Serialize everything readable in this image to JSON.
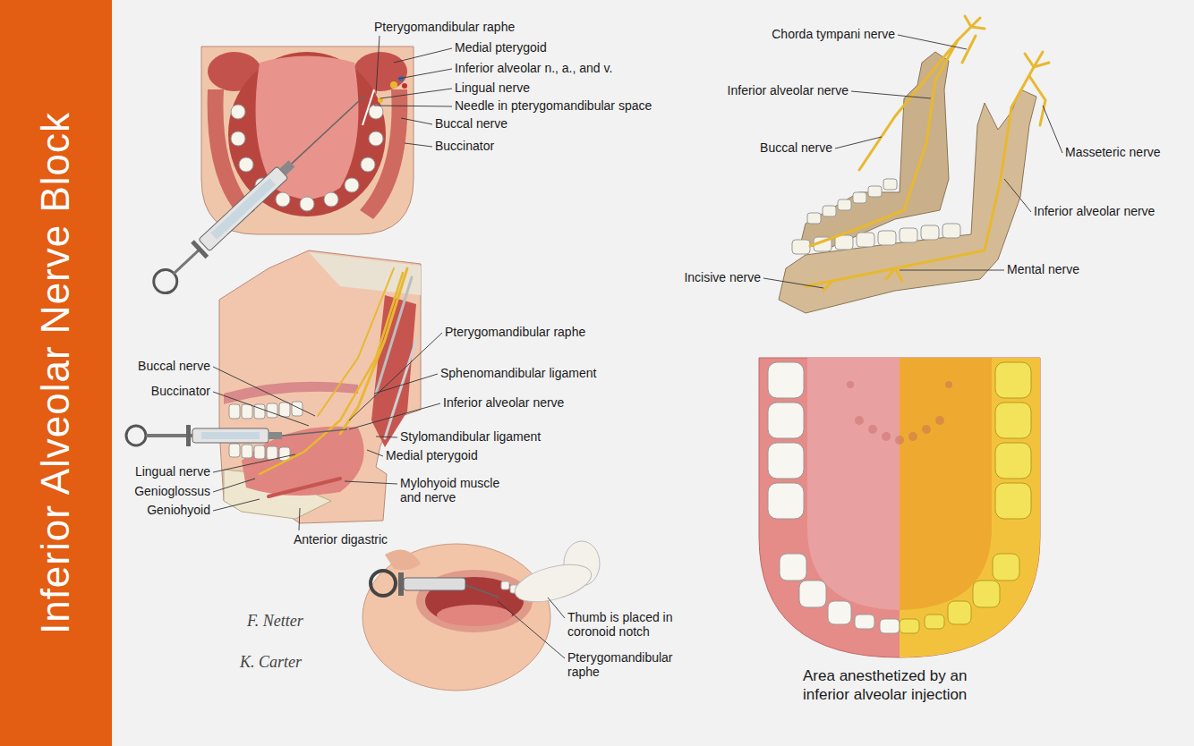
{
  "diagram": {
    "title": "Inferior Alveolar Nerve Block",
    "caption": "Area anesthetized by an inferior alveolar injection",
    "labels": [
      "Pterygomandibular raphe",
      "Medial pterygoid",
      "Inferior alveolar n., a., and v.",
      "Lingual nerve",
      "Needle in pterygomandibular space",
      "Buccal nerve",
      "Buccinator",
      "Chorda tympani nerve",
      "Inferior alveolar nerve",
      "Buccal nerve",
      "Masseteric nerve",
      "Inferior alveolar nerve",
      "Incisive nerve",
      "Mental nerve",
      "Pterygomandibular raphe",
      "Sphenomandibular ligament",
      "Buccal nerve",
      "Buccinator",
      "Inferior alveolar nerve",
      "Stylomandibular ligament",
      "Lingual nerve",
      "Medial pterygoid",
      "Genioglossus",
      "Mylohyoid muscle and nerve",
      "Geniohyoid",
      "Anterior digastric",
      "Thumb is placed in coronoid notch",
      "Pterygomandibular raphe",
      "F. Netter",
      "K. Carter"
    ]
  }
}
